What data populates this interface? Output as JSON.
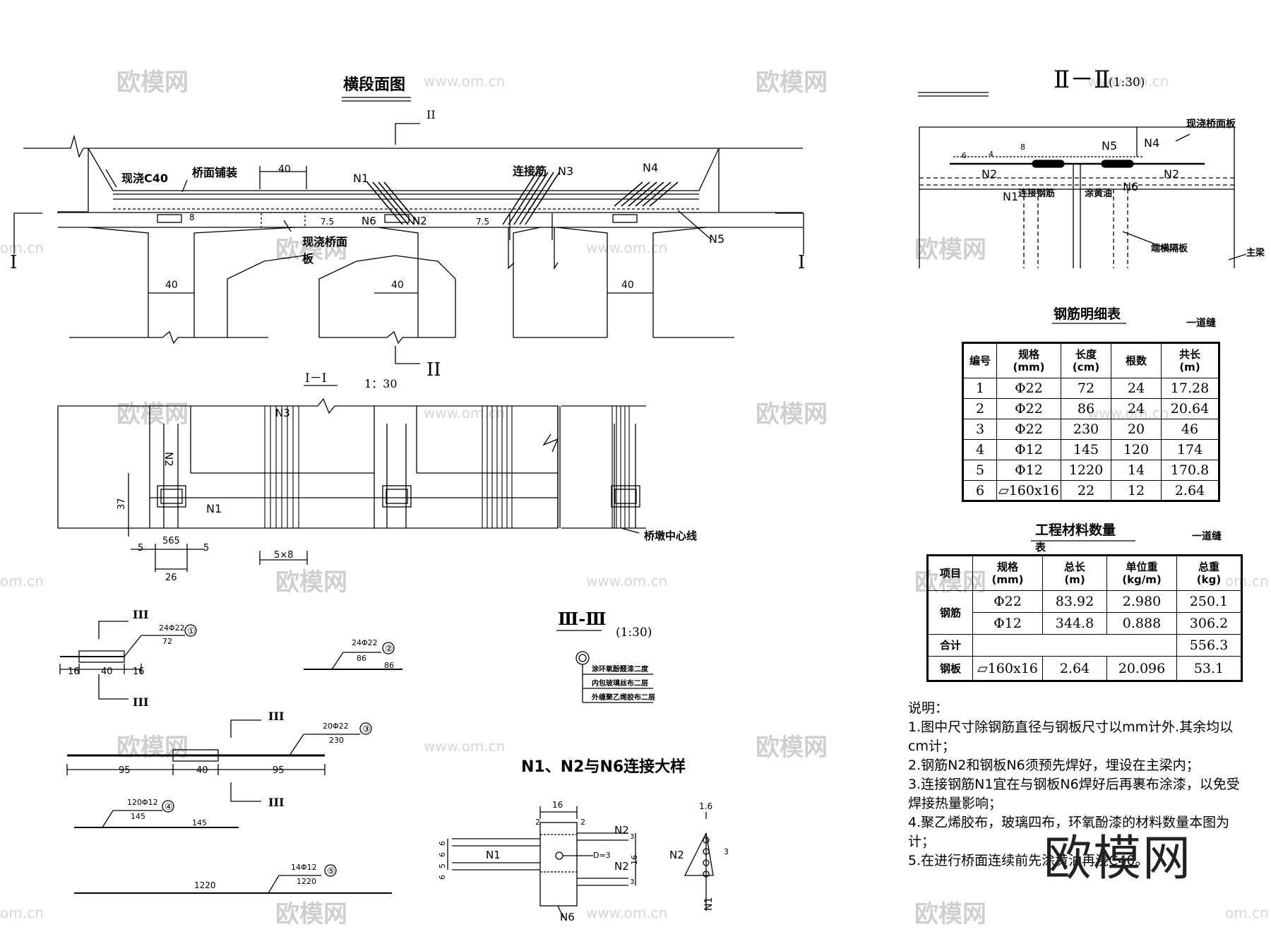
{
  "titles": {
    "cross_section": "横段面图",
    "section_II": "Ⅱ－Ⅱ",
    "section_II_scale": "(1:30)",
    "section_I": "Ⅰ－Ⅰ",
    "section_I_scale": "1：30",
    "section_III": "Ⅲ-Ⅲ",
    "section_III_scale": "(1:30)",
    "detail": "N1、N2与N6连接大样",
    "rebar_table": "钢筋明细表",
    "rebar_table_note": "一道缝",
    "material_table": "工程材料数量",
    "material_table_wrap": "表",
    "material_table_note": "一道缝"
  },
  "cross_section_labels": {
    "cast_c40": "现浇C40",
    "deck_paving": "桥面铺装",
    "dim_40_top": "40",
    "n1": "N1",
    "conn_rebar": "连接筋",
    "n3": "N3",
    "n4": "N4",
    "n6": "N6",
    "n2": "N2",
    "dim_8": "8",
    "dim_75a": "7.5",
    "dim_75b": "7.5",
    "cast_deck_1": "现浇桥面",
    "cast_deck_2": "板",
    "n5": "N5",
    "sec_mark_I_left": "I",
    "sec_mark_I_right": "I",
    "sec_mark_II_top": "II",
    "sec_mark_II_bottom": "II",
    "dim_40_a": "40",
    "dim_40_b": "40",
    "dim_40_c": "40"
  },
  "section_II_labels": {
    "cast_deck": "现浇桥面板",
    "n5": "N5",
    "n4": "N4",
    "n2_left": "N2",
    "n2_right": "N2",
    "n6": "N6",
    "n1": "N1",
    "conn_steel": "连接钢筋",
    "asphalt": "涂黄油",
    "diaphragm": "端横隔板",
    "girder": "主梁",
    "dim_6": "6",
    "dim_4": "4",
    "dim_8": "8"
  },
  "section_I_labels": {
    "n3": "N3",
    "n2": "N2",
    "n1": "N1",
    "dim_37": "37",
    "pier_center": "桥墩中心线",
    "dim_5_left": "5",
    "dim_565": "565",
    "dim_5_right": "5",
    "dim_26": "26",
    "dim_5x8": "5×8"
  },
  "rebar_shapes": [
    {
      "id": "①",
      "count_spec": "24Φ22",
      "len": "72",
      "segs": [
        "16",
        "40",
        "16"
      ],
      "mark": "III"
    },
    {
      "id": "②",
      "count_spec": "24Φ22",
      "len": "86",
      "base": "86"
    },
    {
      "id": "③",
      "count_spec": "20Φ22",
      "len": "230",
      "segs": [
        "95",
        "40",
        "95"
      ],
      "mark": "III"
    },
    {
      "id": "④",
      "count_spec": "120Φ12",
      "len": "145",
      "base": "145"
    },
    {
      "id": "⑤",
      "count_spec": "14Φ12",
      "len": "1220",
      "base": "1220"
    }
  ],
  "section_III_layers": [
    "涂环氧酚醛漆二度",
    "内包玻璃丝布二层",
    "外缠聚乙烯胶布二层"
  ],
  "detail_labels": {
    "dim_16": "16",
    "dim_2a": "2",
    "dim_2b": "2",
    "n2_top": "N2",
    "n2_bot": "N2",
    "n1": "N1",
    "n6": "N6",
    "d3": "D=3",
    "dim_3a": "3",
    "dim_16v": "16",
    "dim_3b": "3",
    "left_dims": [
      "6",
      "6",
      "5",
      "6"
    ],
    "side_16": "1.6",
    "side_n2": "N2",
    "side_n1": "N1",
    "side_3": "3"
  },
  "rebar_table": {
    "headers": [
      [
        "编号"
      ],
      [
        "规格",
        "(mm)"
      ],
      [
        "长度",
        "(cm)"
      ],
      [
        "根数"
      ],
      [
        "共长",
        "(m)"
      ]
    ],
    "rows": [
      [
        "1",
        "Φ22",
        "72",
        "24",
        "17.28"
      ],
      [
        "2",
        "Φ22",
        "86",
        "24",
        "20.64"
      ],
      [
        "3",
        "Φ22",
        "230",
        "20",
        "46"
      ],
      [
        "4",
        "Φ12",
        "145",
        "120",
        "174"
      ],
      [
        "5",
        "Φ12",
        "1220",
        "14",
        "170.8"
      ],
      [
        "6",
        "▱160x16",
        "22",
        "12",
        "2.64"
      ]
    ]
  },
  "material_table": {
    "headers": [
      [
        "项目"
      ],
      [
        "规格",
        "(mm)"
      ],
      [
        "总长",
        "(m)"
      ],
      [
        "单位重",
        "(kg/m)"
      ],
      [
        "总重",
        "(kg)"
      ]
    ],
    "rebar_label": "钢筋",
    "rows": [
      [
        "Φ22",
        "83.92",
        "2.980",
        "250.1"
      ],
      [
        "Φ12",
        "344.8",
        "0.888",
        "306.2"
      ]
    ],
    "total_label": "合计",
    "total_value": "556.3",
    "plate_label": "钢板",
    "plate_row": [
      "▱160x16",
      "2.64",
      "20.096",
      "53.1"
    ]
  },
  "notes": {
    "title": "说明：",
    "items": [
      "1.图中尺寸除钢筋直径与钢板尺寸以mm计外.其余均以cm计；",
      "2.钢筋N2和钢板N6须预先焊好，埋设在主梁内；",
      "3.连接钢筋N1宜在与钢板N6焊好后再裹布涂漆，以免受焊接热量影响；",
      "4.聚乙烯胶布，玻璃四布，环氧酚漆的材料数量本图为计；",
      "5.在进行桥面连续前先涂黄油再浇C40。"
    ]
  },
  "watermarks": {
    "brand": "欧模网",
    "url": "www.om.cn",
    "url_short": "om.cn",
    "big": "欧模网"
  }
}
